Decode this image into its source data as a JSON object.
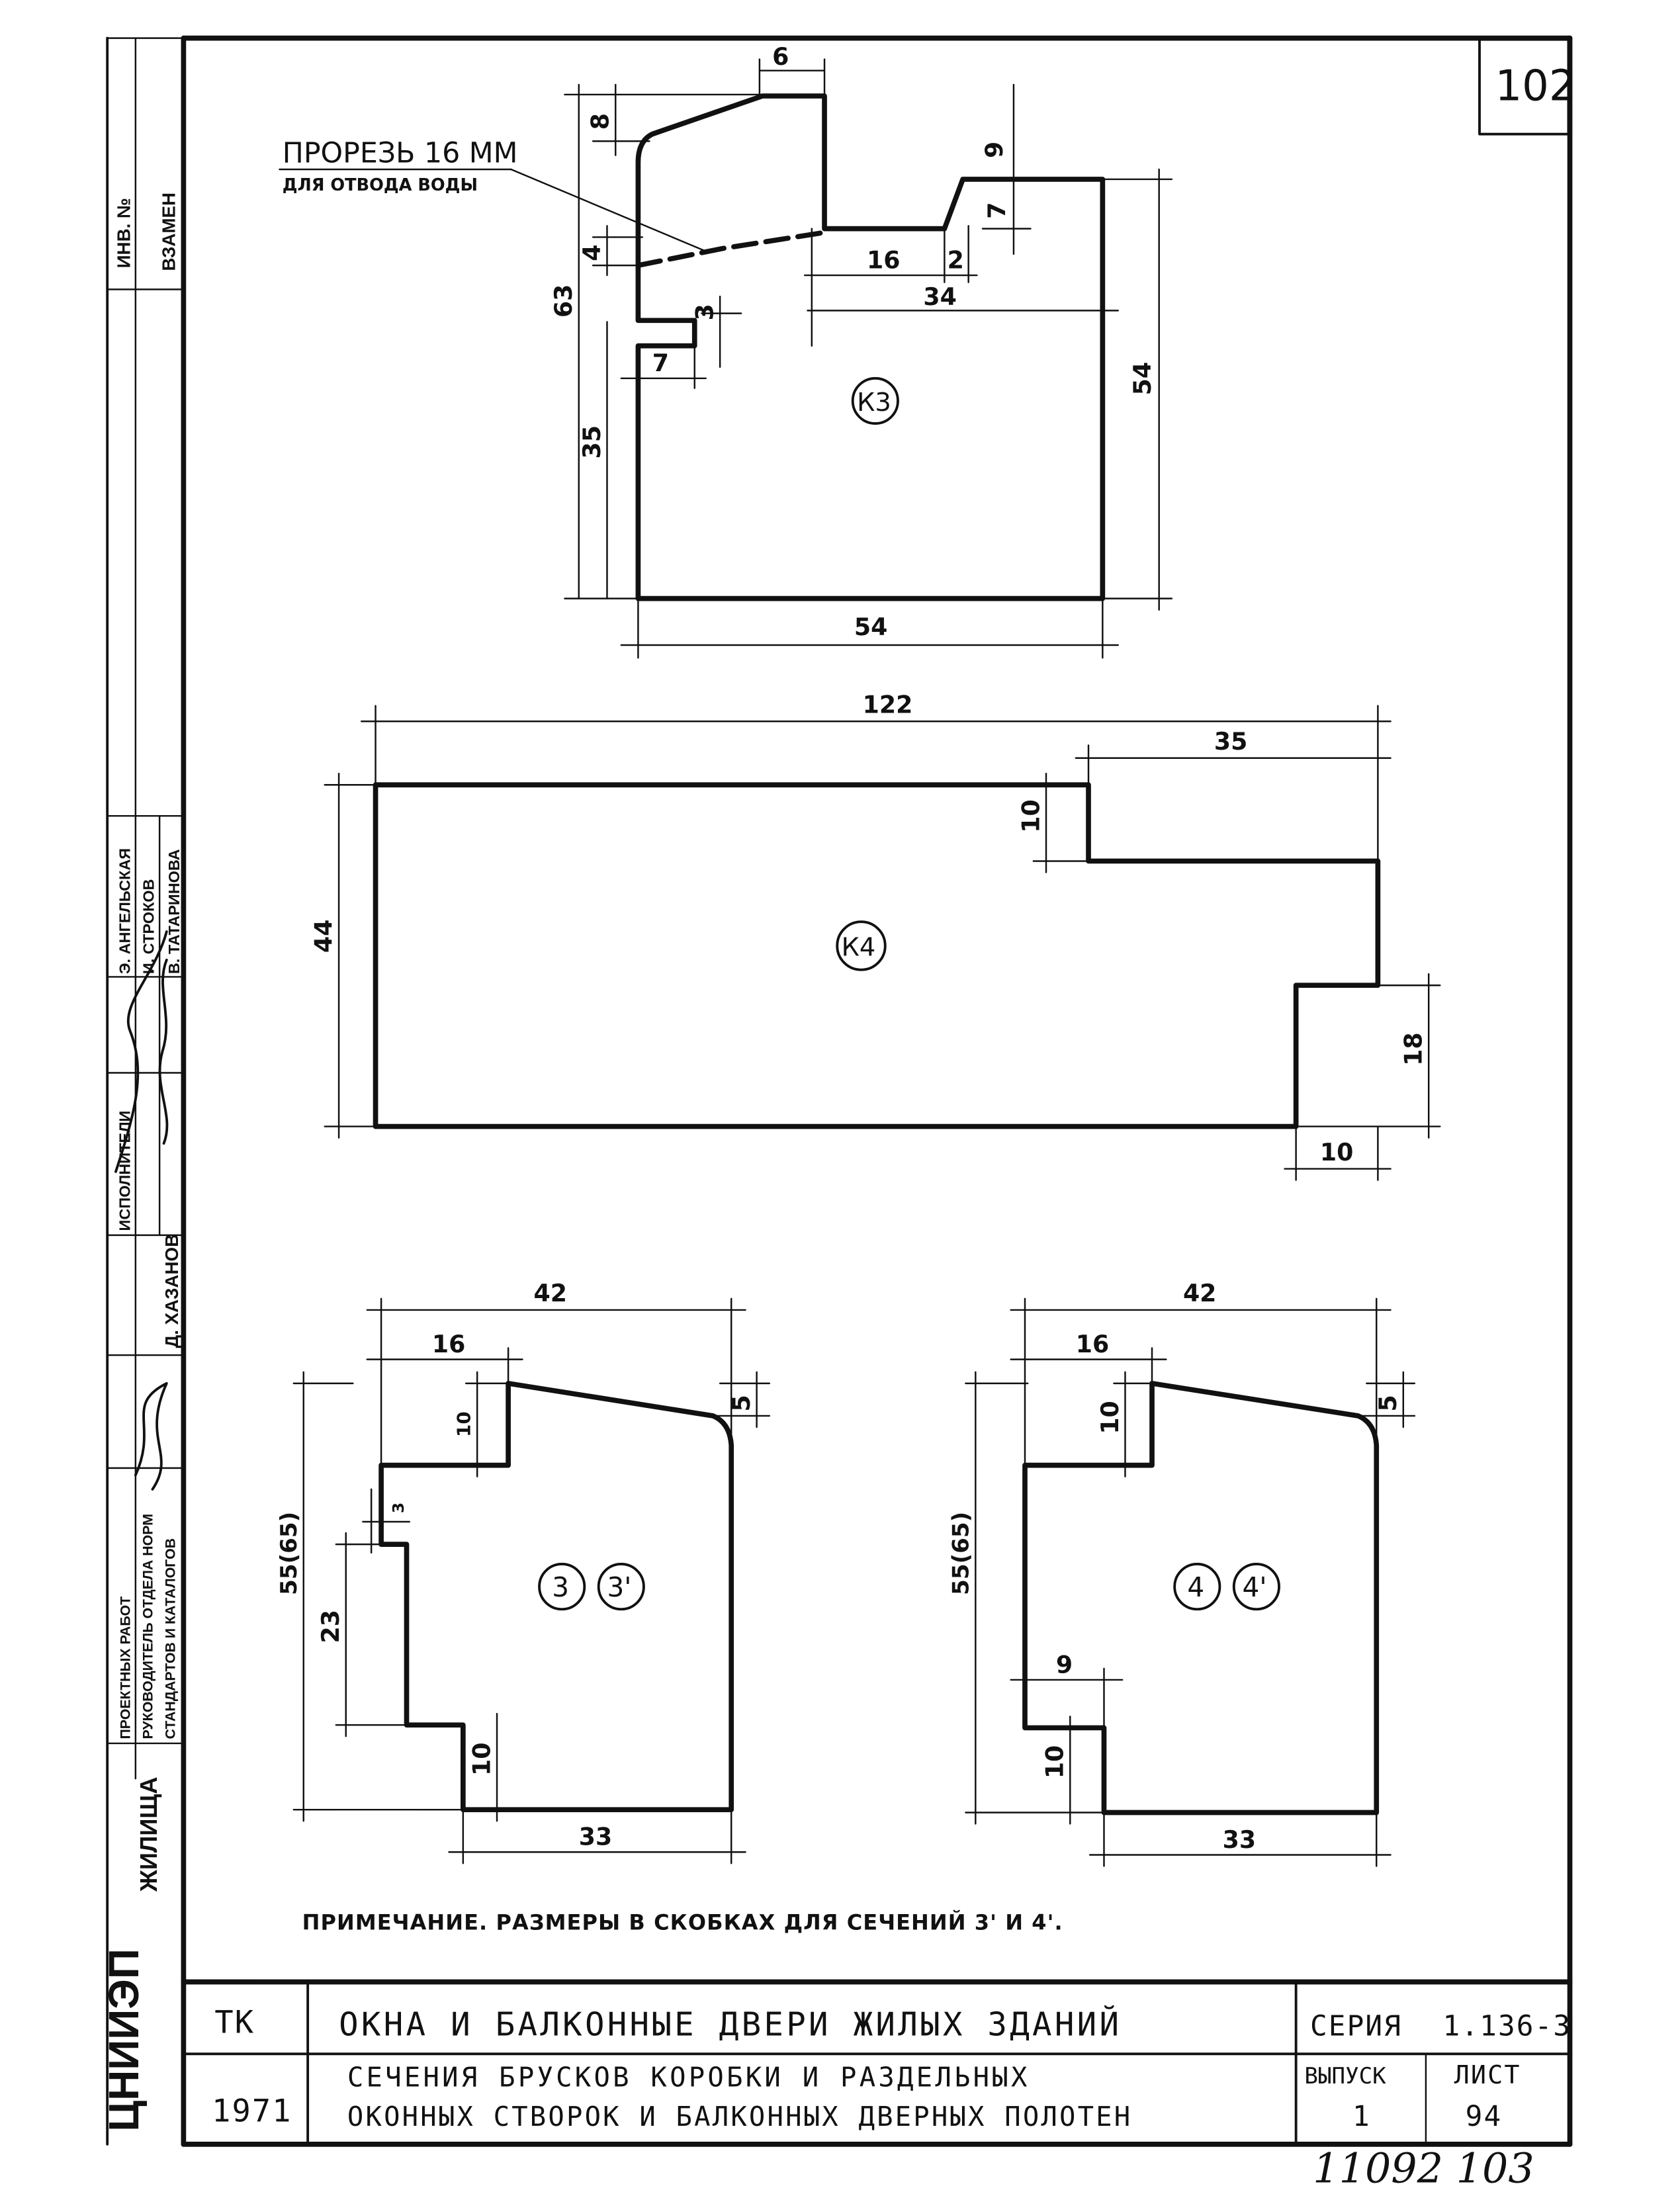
{
  "sheet_badge": "102",
  "titleblock": {
    "org": "ТК",
    "year": "1971",
    "title": "ОКНА И БАЛКОННЫЕ ДВЕРИ ЖИЛЫХ ЗДАНИЙ",
    "subtitle_line1": "СЕЧЕНИЯ БРУСКОВ КОРОБКИ И РАЗДЕЛЬНЫХ",
    "subtitle_line2": "ОКОННЫХ СТВОРОК И БАЛКОННЫХ ДВЕРНЫХ ПОЛОТЕН",
    "series_label": "СЕРИЯ",
    "series_value": "1.136-3",
    "issue_label": "ВЫПУСК",
    "issue_value": "1",
    "sheet_label": "ЛИСТ",
    "sheet_value": "94"
  },
  "note": "ПРИМЕЧАНИЕ. РАЗМЕРЫ В СКОБКАХ ДЛЯ СЕЧЕНИЙ 3' И 4'.",
  "handwritten_number": "11092 103",
  "margin_stamp": {
    "inv_no": "ИНВ. №",
    "replaced": "ВЗАМЕН",
    "executors_header": "ИСПОЛНИТЕЛИ",
    "executor_1": "Э. АНГЕЛЬСКАЯ",
    "executor_2": "И. СТРОКОВ",
    "executor_3": "В. ТАТАРИНОВА",
    "head": "Д. ХАЗАНОВ",
    "position_line1": "РУКОВОДИТЕЛЬ ОТДЕЛА НОРМ",
    "position_line2": "СТАНДАРТОВ И КАТАЛОГОВ",
    "works": "ПРОЕКТНЫХ РАБОТ",
    "dwelling": "ЖИЛИЩА",
    "institute": "ЦНИИЭП"
  },
  "k3": {
    "label": "К3",
    "slot_note_1": "ПРОРЕЗЬ 16 ММ",
    "slot_note_2": "ДЛЯ ОТВОДА ВОДЫ",
    "dims": {
      "top": "6",
      "slope": "8",
      "height": "63",
      "slot": "4",
      "groove_h": "3",
      "groove_w": "7",
      "lower": "35",
      "bottom": "54",
      "right": "54",
      "step_top": "9",
      "step_h": "7",
      "shelf": "16",
      "gap": "2",
      "mid": "34"
    }
  },
  "k4": {
    "label": "К4",
    "dims": {
      "width": "122",
      "top_right": "35",
      "notch": "10",
      "height": "44",
      "right_h": "18",
      "right_w": "10"
    }
  },
  "s3": {
    "label_a": "3",
    "label_b": "3'",
    "dims": {
      "width": "42",
      "top": "16",
      "rebate": "10",
      "slope": "5",
      "height": "55(65)",
      "small": "3",
      "mid": "23",
      "foot": "10",
      "bottom": "33"
    }
  },
  "s4": {
    "label_a": "4",
    "label_b": "4'",
    "dims": {
      "width": "42",
      "top": "16",
      "rebate": "10",
      "slope": "5",
      "height": "55(65)",
      "step": "9",
      "foot": "10",
      "bottom": "33"
    }
  }
}
